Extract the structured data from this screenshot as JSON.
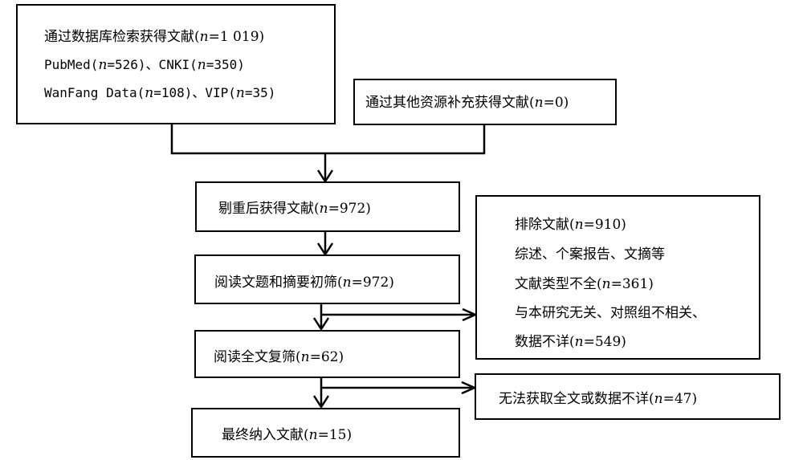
{
  "boxes": {
    "database": {
      "line1": {
        "pre": "通过数据库检索获得文献(",
        "n": "n",
        "post": "=1 019)"
      },
      "line2": {
        "pre": "PubMed(",
        "n": "n",
        "post": "=526)、CNKI(",
        "n2": "n",
        "post2": "=350)"
      },
      "line3": {
        "pre": "WanFang Data(",
        "n": "n",
        "post": "=108)、VIP(",
        "n2": "n",
        "post2": "=35)"
      }
    },
    "other_sources": {
      "pre": "通过其他资源补充获得文献(",
      "n": "n",
      "post": "=0)"
    },
    "after_dedup": {
      "pre": "剔重后获得文献(",
      "n": "n",
      "post": "=972)"
    },
    "title_abstract": {
      "pre": "阅读文题和摘要初筛(",
      "n": "n",
      "post": "=972)"
    },
    "excluded_1": {
      "line1": {
        "pre": "排除文献(",
        "n": "n",
        "post": "=910)"
      },
      "line2": {
        "pre": "综述、个案报告、文摘等"
      },
      "line3": {
        "pre": "文献类型不全(",
        "n": "n",
        "post": "=361)"
      },
      "line4": {
        "pre": "与本研究无关、对照组不相关、"
      },
      "line5": {
        "pre": "数据不详(",
        "n": "n",
        "post": "=549)"
      }
    },
    "full_text": {
      "pre": "阅读全文复筛(",
      "n": "n",
      "post": "=62)"
    },
    "excluded_2": {
      "pre": "无法获取全文或数据不详(",
      "n": "n",
      "post": "=47)"
    },
    "final": {
      "pre": "最终纳入文献(",
      "n": "n",
      "post": "=15)"
    }
  }
}
